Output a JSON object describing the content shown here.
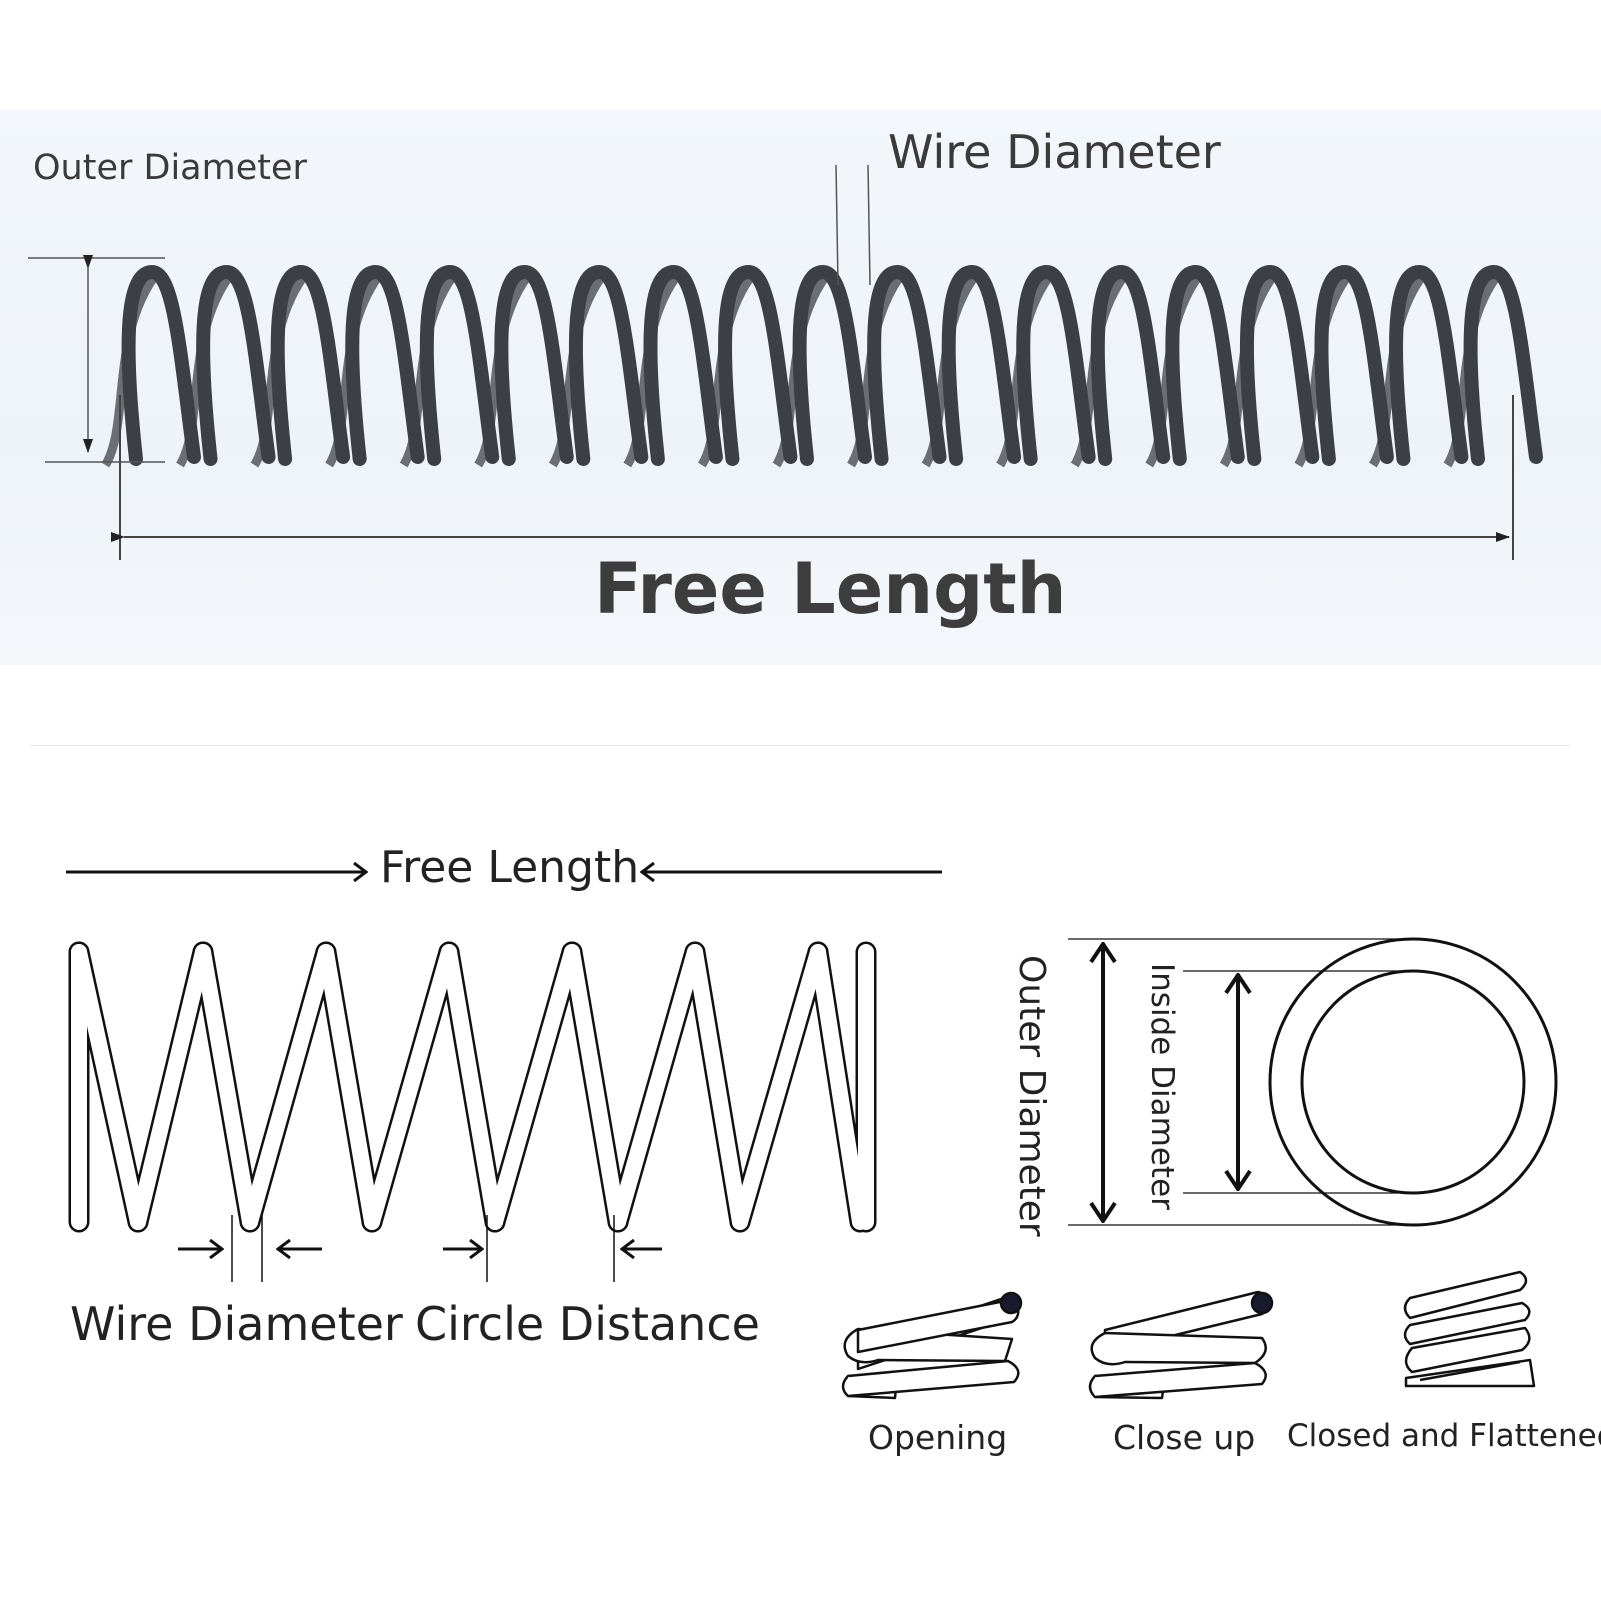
{
  "photo": {
    "outer_diameter_label": "Outer Diameter",
    "wire_diameter_label": "Wire Diameter",
    "free_length_label": "Free Length"
  },
  "diagram": {
    "free_length_label": "Free Length",
    "wire_diameter_label": "Wire Diameter",
    "circle_distance_label": "Circle Distance",
    "outer_diameter_label": "Outer Diameter",
    "inside_diameter_label": "Inside Diameter"
  },
  "end_types": [
    {
      "label": "Opening"
    },
    {
      "label": "Close up"
    },
    {
      "label": "Closed and Flattened"
    }
  ],
  "colors": {
    "spring_steel": "#3c3f44",
    "line": "#111111",
    "text": "#3a3a3a"
  }
}
